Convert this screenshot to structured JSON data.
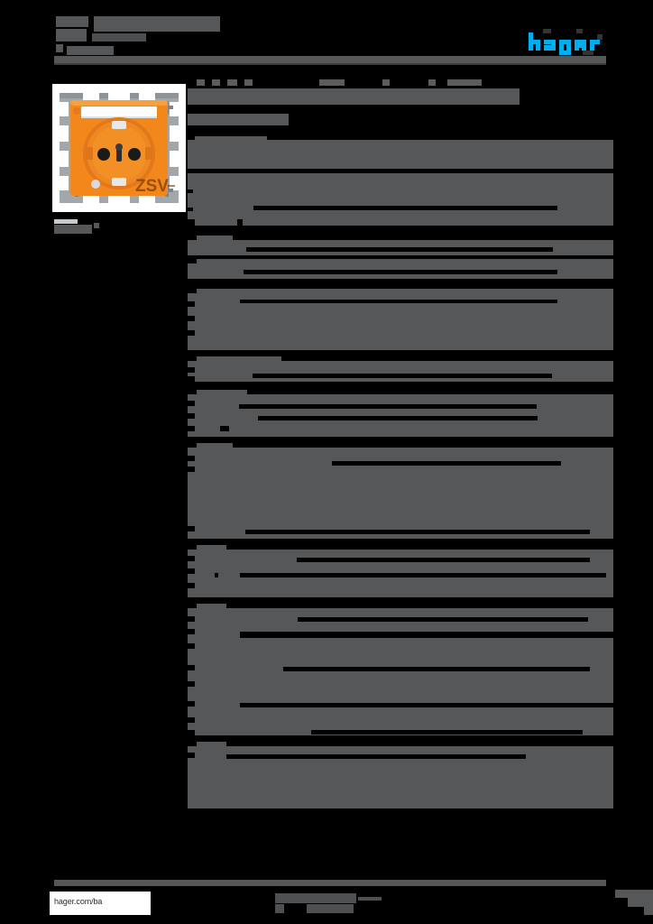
{
  "document": {
    "kind": "product-datasheet",
    "brand": "hager",
    "page_background": "#000000",
    "redaction_color": "#555759",
    "accent_color": "#00AEEF",
    "title_redacted": true,
    "all_text_redacted": true
  },
  "header": {
    "title_line1": "",
    "title_line2": "",
    "subtitle": "",
    "logo_alt": "hager",
    "logo_color": "#00AEEF"
  },
  "product_image": {
    "alt": "Orange SCHUKO socket outlet with labelling field marked ZSV",
    "marking": "ZSV",
    "body_color": "#F08A1E",
    "frame_color": "#9AA0A6",
    "label_field_color": "#FFFFFF",
    "caption": ""
  },
  "main": {
    "doc_title": "",
    "subtitle": "",
    "sections": [
      {
        "label": "",
        "rows": [
          {
            "label": "",
            "value": ""
          },
          {
            "label": "",
            "value": ""
          },
          {
            "label": "",
            "value": ""
          }
        ]
      },
      {
        "label": "",
        "rows": [
          {
            "label": "",
            "value": ""
          },
          {
            "label": "",
            "value": ""
          }
        ]
      },
      {
        "label": "",
        "rows": [
          {
            "label": "",
            "value": ""
          },
          {
            "label": "",
            "value": ""
          },
          {
            "label": "",
            "value": ""
          },
          {
            "label": "",
            "value": ""
          }
        ]
      },
      {
        "label": "",
        "rows": [
          {
            "label": "",
            "value": ""
          },
          {
            "label": "",
            "value": ""
          }
        ]
      },
      {
        "label": "",
        "rows": [
          {
            "label": "",
            "value": ""
          },
          {
            "label": "",
            "value": ""
          },
          {
            "label": "",
            "value": ""
          },
          {
            "label": "",
            "value": ""
          }
        ]
      },
      {
        "label": "",
        "rows": [
          {
            "label": "",
            "value": ""
          },
          {
            "label": "",
            "value": ""
          },
          {
            "label": "",
            "value": ""
          },
          {
            "label": "",
            "value": ""
          },
          {
            "label": "",
            "value": ""
          },
          {
            "label": "",
            "value": ""
          }
        ]
      },
      {
        "label": "",
        "rows": [
          {
            "label": "",
            "value": ""
          },
          {
            "label": "",
            "value": ""
          },
          {
            "label": "",
            "value": ""
          }
        ]
      }
    ]
  },
  "footer": {
    "url": "hager.com/ba",
    "center_note": "",
    "page_number": ""
  }
}
